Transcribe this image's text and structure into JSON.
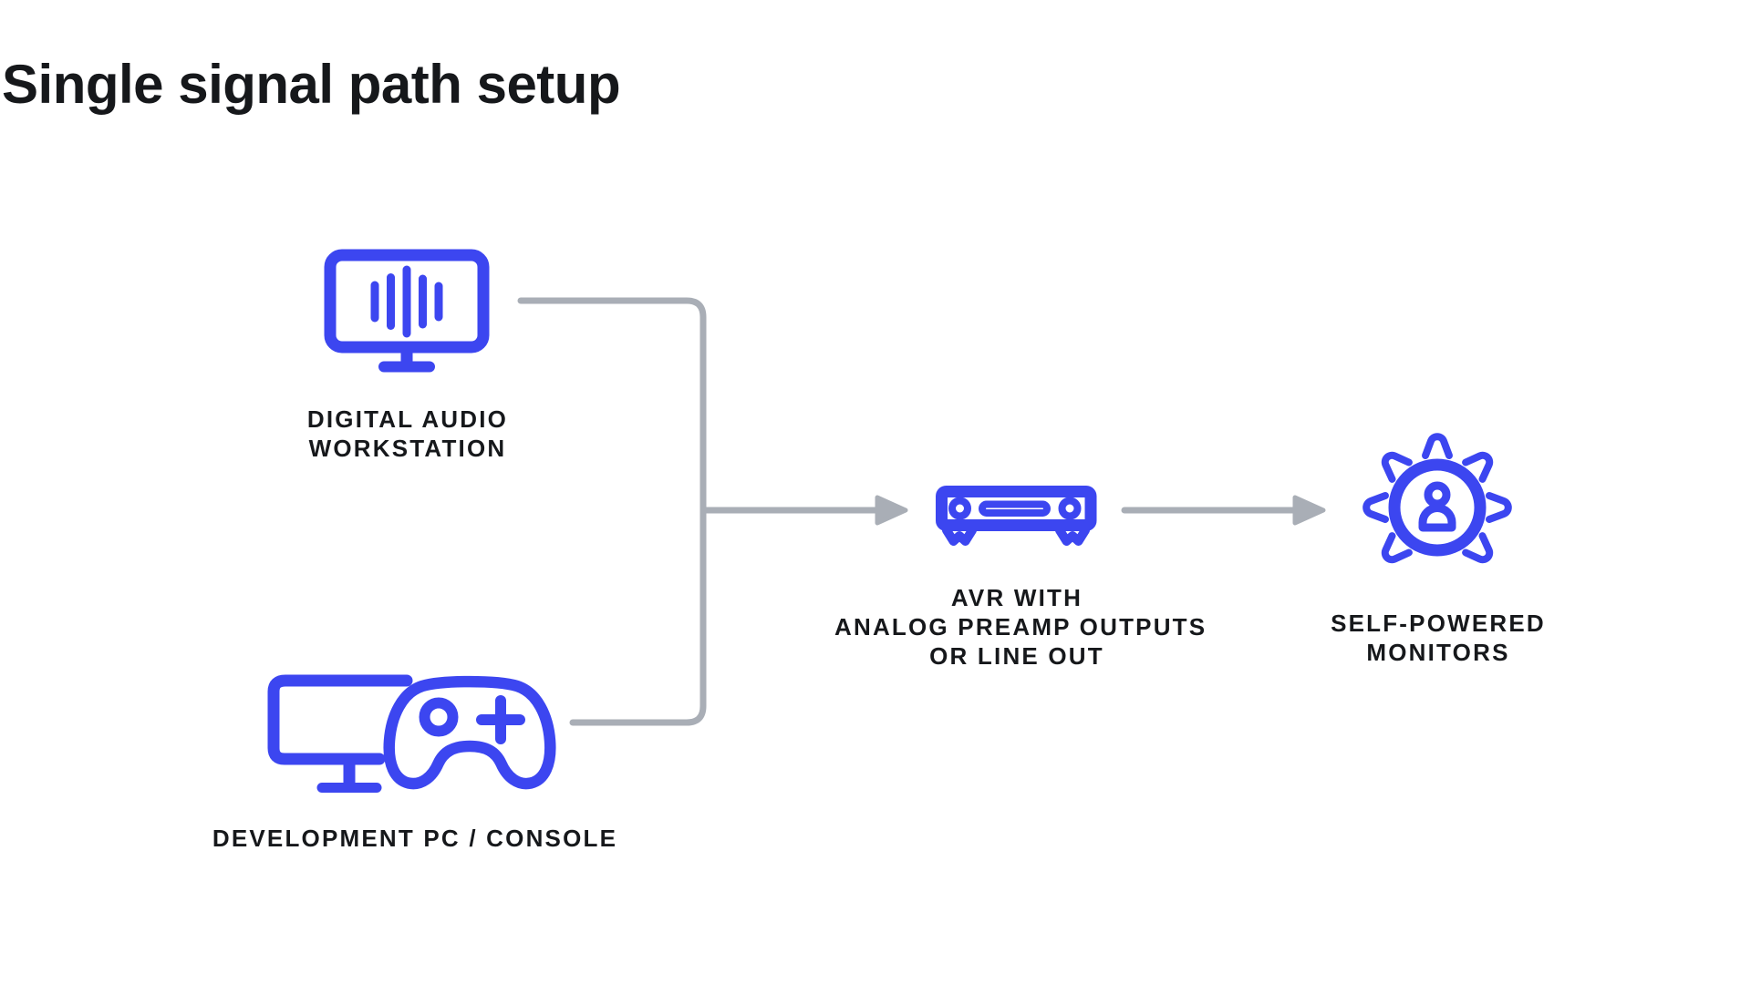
{
  "title": "Single signal path setup",
  "colors": {
    "icon_blue": "#3C46F0",
    "connector_gray": "#A9AEB6",
    "text_dark": "#16181B",
    "background": "#FFFFFF"
  },
  "diagram": {
    "nodes": {
      "daw": {
        "icon": "daw-monitor-waveform-icon",
        "label_lines": [
          "DIGITAL AUDIO",
          "WORKSTATION"
        ]
      },
      "dev_console": {
        "icon": "pc-and-gamepad-icon",
        "label_lines": [
          "DEVELOPMENT PC / CONSOLE"
        ]
      },
      "avr": {
        "icon": "av-receiver-icon",
        "label_lines": [
          "AVR WITH",
          "ANALOG PREAMP OUTPUTS",
          "OR LINE OUT"
        ]
      },
      "monitors": {
        "icon": "surround-monitors-listener-icon",
        "label_lines": [
          "SELF-POWERED",
          "MONITORS"
        ]
      }
    },
    "connections": [
      {
        "from": "daw",
        "to": "avr",
        "style": "elbow-merge-arrow"
      },
      {
        "from": "dev_console",
        "to": "avr",
        "style": "elbow-merge-arrow"
      },
      {
        "from": "avr",
        "to": "monitors",
        "style": "straight-arrow"
      }
    ]
  }
}
